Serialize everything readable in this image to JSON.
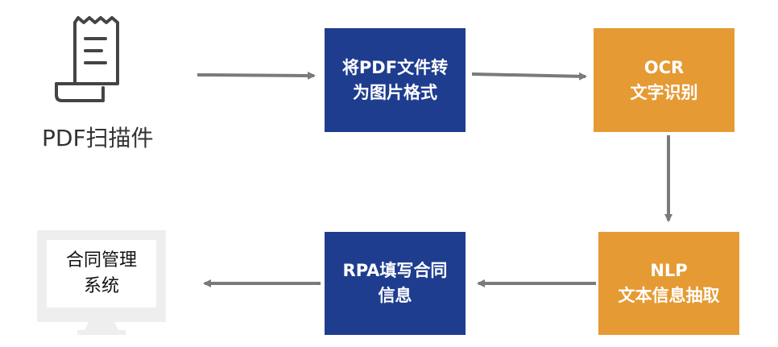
{
  "colors": {
    "blue": "#1f3d8f",
    "orange": "#e59a34",
    "arrow": "#7a7a7a",
    "monitor_frame": "#eeeeee",
    "monitor_screen": "#ffffff"
  },
  "source": {
    "icon": "document-scroll-icon",
    "label": "PDF扫描件"
  },
  "steps": [
    {
      "line1": "将PDF文件转",
      "line2": "为图片格式"
    },
    {
      "line1": "OCR",
      "line2": "文字识别"
    },
    {
      "line1": "NLP",
      "line2": "文本信息抽取"
    },
    {
      "line1": "RPA填写合同",
      "line2": "信息"
    }
  ],
  "target": {
    "icon": "monitor-icon",
    "line1": "合同管理",
    "line2": "系统"
  }
}
